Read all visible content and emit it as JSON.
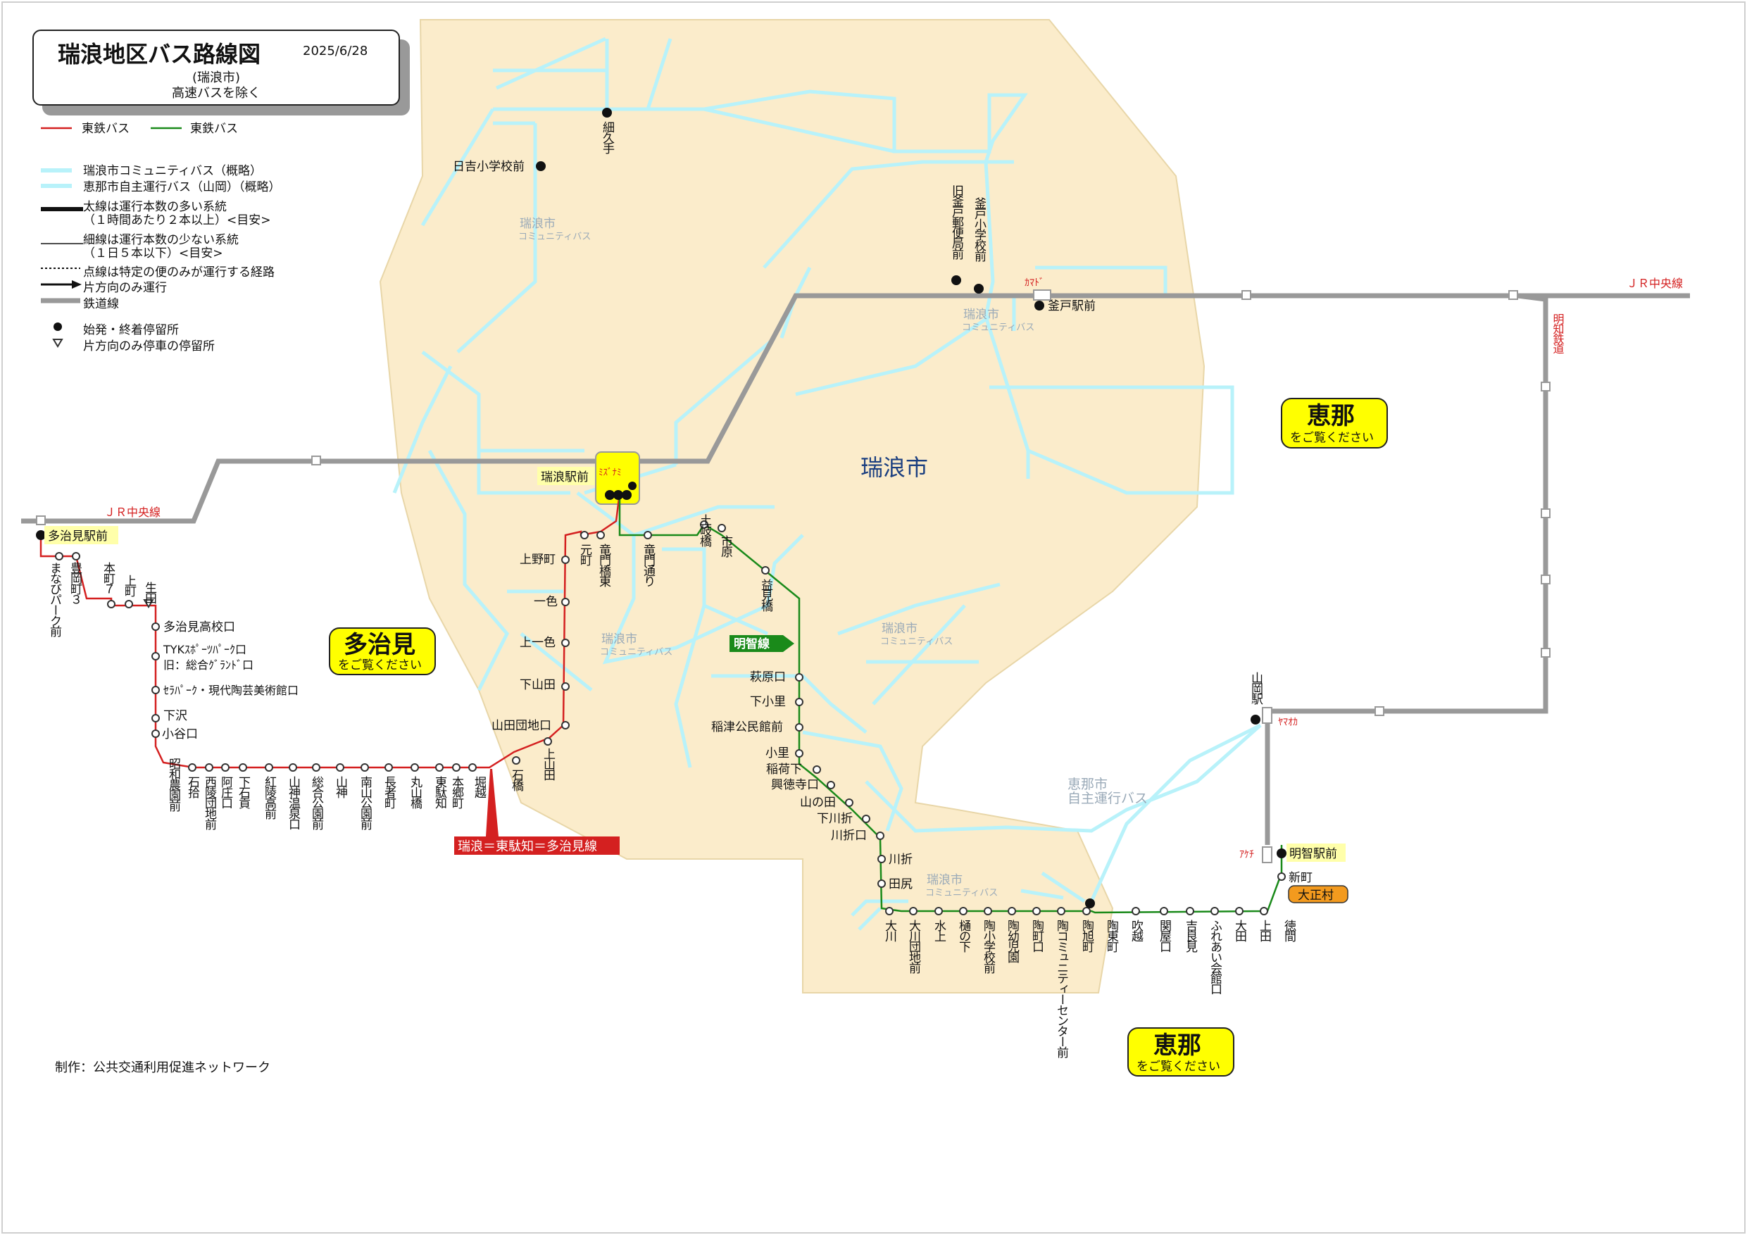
{
  "title": {
    "main": "瑞浪地区バス路線図",
    "date": "2025/6/28",
    "line2": "(瑞浪市)",
    "line3": "高速バスを除く"
  },
  "legend": {
    "red_bus": "東鉄バス",
    "green_bus": "東鉄バス",
    "community": "瑞浪市コミュニティバス（概略）",
    "ena_bus": "恵那市自主運行バス（山岡）（概略）",
    "thick_1": "太線は運行本数の多い系統",
    "thick_2": "（１時間あたり２本以上）<目安>",
    "thin_1": "細線は運行本数の少ない系統",
    "thin_2": "（１日５本以下）<目安>",
    "dotted": "点線は特定の便のみが運行する経路",
    "oneway": "片方向のみ運行",
    "rail": "鉄道線",
    "terminal": "始発・終着停留所",
    "oneway_stop": "片方向のみ停車の停留所"
  },
  "credit": "制作：公共交通利用促進ネットワーク",
  "colors": {
    "red": "#d42020",
    "green": "#1a8a1a",
    "community": "#b8f2fa",
    "rail": "#999999",
    "area": "#fbeccb",
    "yellow": "#ffff00",
    "orange": "#f39a1e"
  },
  "areas": {
    "mizunami": "瑞浪市",
    "tajimi": "多治見",
    "tajimi_sub": "をご覧ください",
    "ena": "恵那",
    "ena_sub": "をご覧ください",
    "ena2": "恵那",
    "ena2_sub": "をご覧ください"
  },
  "rail_labels": {
    "chuo_east": "ＪＲ中央線",
    "chuo_west": "ＪＲ中央線",
    "akechi": "明知鉄道",
    "kamado": "ｶﾏﾄﾞ",
    "mizunami_st": "ﾐｽﾞﾅﾐ",
    "yamaoka_st": "ﾔﾏｵｶ",
    "akechi_st": "ｱｹﾁ"
  },
  "community_labels": [
    {
      "l1": "瑞浪市",
      "l2": "コミュニティバス"
    },
    {
      "l1": "瑞浪市",
      "l2": "コミュニティバス"
    },
    {
      "l1": "瑞浪市",
      "l2": "コミュニティバス"
    },
    {
      "l1": "瑞浪市",
      "l2": "コミュニティバス"
    },
    {
      "l1": "瑞浪市",
      "l2": "コミュニティバス"
    },
    {
      "l1": "恵那市",
      "l2": "自主運行バス"
    }
  ],
  "route_names": {
    "tajimi_line": "瑞浪＝東駄知＝多治見線",
    "akechi_line": "明智線"
  },
  "badges": {
    "taisho": "大正村"
  },
  "stops": {
    "hosokute": "細久手",
    "hiyoshi": "日吉小学校前",
    "kyu_kamado": "旧釜戸郵便局前",
    "kamado_es": "釜戸小学校前",
    "kamado_st": "釜戸駅前",
    "mizunami_st": "瑞浪駅前",
    "tajimi_st": "多治見駅前",
    "manabi": "まなびパーク前",
    "toyooka": "豊岡町３",
    "honmachi": "本町７",
    "kamimachi": "上町",
    "ubuta": "生田",
    "tajimi_hs": "多治見高校口",
    "tyk": "TYKｽﾎﾟｰﾂﾊﾟｰｸ口",
    "sogo": "旧：総合ｸﾞﾗﾝﾄﾞ口",
    "sera": "ｾﾗﾊﾟｰｸ・現代陶芸美術館口",
    "shimozawa": "下沢",
    "koyaguchi": "小谷口",
    "showa": "昭和農園前",
    "ishibiro": "石拾",
    "nishiryo": "西陵団地前",
    "ajo": "阿庄口",
    "shimoishi": "下石貢",
    "koryo": "紅陵高前",
    "yamagami_onsen": "山神温泉口",
    "sogo_koen": "総合公園前",
    "yamagami": "山神",
    "minamiyama": "南山公園前",
    "chojamachi": "長者町",
    "maruyama": "丸山橋",
    "higashidachi": "東駄知",
    "hongo": "本郷町",
    "horikoshi": "堀越",
    "ishibashi": "石橋",
    "kamiyamada": "上山田",
    "yamada_danchi": "山田団地口",
    "shimoyamada": "下山田",
    "kamiisshiki": "上一色",
    "isshiki": "一色",
    "uenomachi": "上野町",
    "motomachi": "元町",
    "tatsumon_e": "竜門橋東",
    "tatsumon_dori": "竜門通り",
    "tokibashi": "土岐橋",
    "ichihara": "市原",
    "masumi": "益見橋",
    "haibara": "萩原口",
    "shimokori": "下小里",
    "inatsu": "稲津公民館前",
    "kori": "小里",
    "inarishita": "稲荷下",
    "kotokuji": "興徳寺口",
    "yamanota": "山の田",
    "shimokawaori": "下川折",
    "kawaoriguchi": "川折口",
    "kawaori": "川折",
    "tajiri": "田尻",
    "okawa": "大川",
    "okawa_danchi": "大川団地前",
    "mizukami": "水上",
    "hinoshita": "樋の下",
    "toushou": "陶小学校前",
    "toyouji": "陶幼児園",
    "toumachi": "陶町口",
    "toucomm": "陶コミュニティーセンター前",
    "touasahi": "陶旭町",
    "touhigashi": "陶東町",
    "fukikoshi": "吹越",
    "sekiyaguchi": "関屋口",
    "yoshirami": "吉良見",
    "fureai": "ふれあい会館口",
    "oota": "大田",
    "kamita": "上田",
    "tokuma": "徳間",
    "shinmachi": "新町",
    "akechi_st": "明智駅前",
    "yamaoka_st": "山岡駅"
  }
}
